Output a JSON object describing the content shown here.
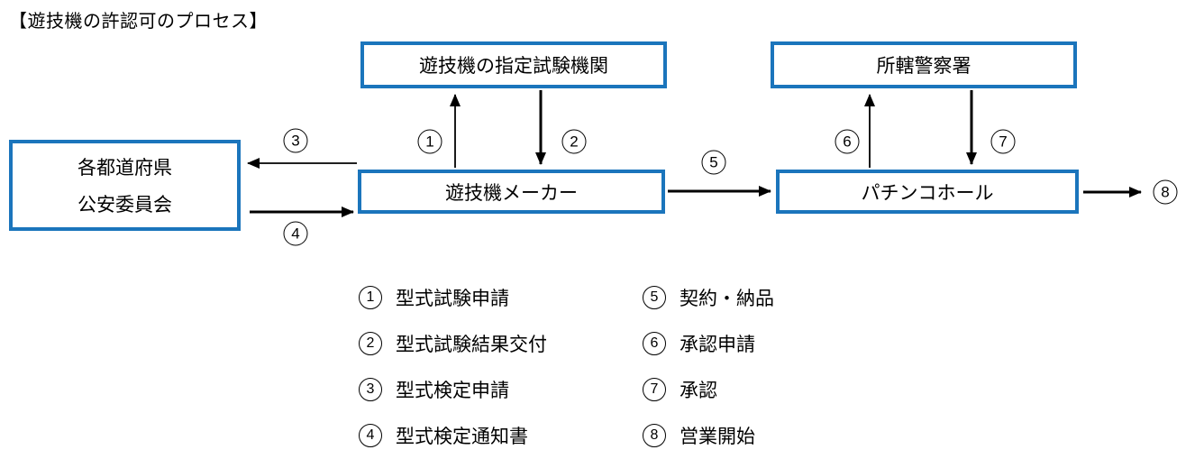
{
  "title": "【遊技機の許認可のプロセス】",
  "colors": {
    "box_border": "#1B75BC",
    "arrow": "#000000",
    "text": "#000000",
    "background": "#FFFFFF"
  },
  "nodes": {
    "test_org": {
      "label": "遊技機の指定試験機関"
    },
    "police": {
      "label": "所轄警察署"
    },
    "prefecture": {
      "line1": "各都道府県",
      "line2": "公安委員会"
    },
    "maker": {
      "label": "遊技機メーカー"
    },
    "hall": {
      "label": "パチンコホール"
    }
  },
  "flow_labels": {
    "n1": "1",
    "n2": "2",
    "n3": "3",
    "n4": "4",
    "n5": "5",
    "n6": "6",
    "n7": "7",
    "n8": "8"
  },
  "legend": {
    "left": [
      {
        "num": "1",
        "label": "型式試験申請"
      },
      {
        "num": "2",
        "label": "型式試験結果交付"
      },
      {
        "num": "3",
        "label": "型式検定申請"
      },
      {
        "num": "4",
        "label": "型式検定通知書"
      }
    ],
    "right": [
      {
        "num": "5",
        "label": "契約・納品"
      },
      {
        "num": "6",
        "label": "承認申請"
      },
      {
        "num": "7",
        "label": "承認"
      },
      {
        "num": "8",
        "label": "営業開始"
      }
    ]
  }
}
